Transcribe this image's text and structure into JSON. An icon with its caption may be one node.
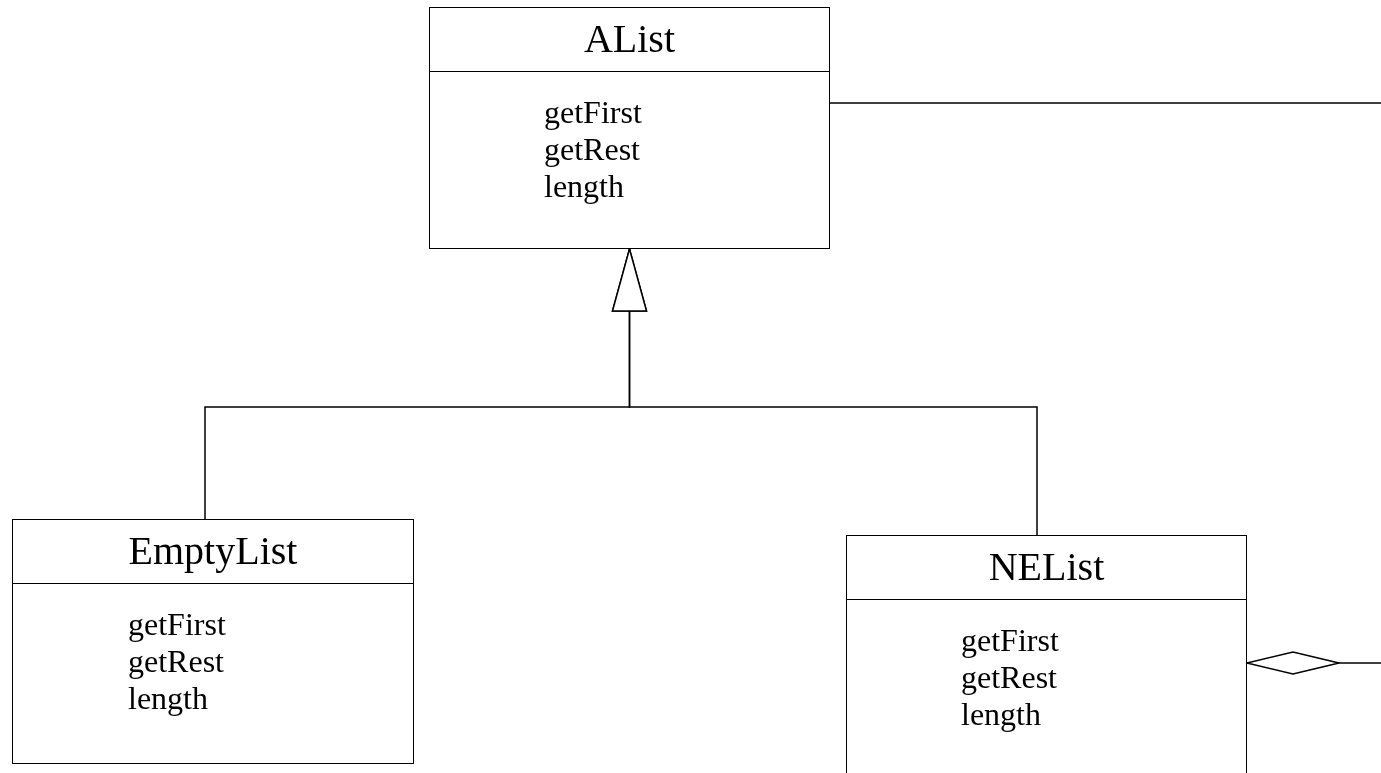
{
  "diagram": {
    "nodes": [
      {
        "text": [
          "AList",
          "getFirst",
          "getRest",
          "length"
        ]
      },
      {
        "text": [
          "EmptyList",
          "getFirst",
          "getRest",
          "length"
        ]
      },
      {
        "text": [
          "NEList",
          "getFirst",
          "getRest",
          "length"
        ]
      }
    ],
    "edges": [
      {
        "from": 1,
        "to": 0,
        "arrow": "to"
      },
      {
        "from": 2,
        "to": 0,
        "arrow": "to"
      },
      {
        "from": 2,
        "to": 0,
        "arrow": "other"
      }
    ]
  }
}
